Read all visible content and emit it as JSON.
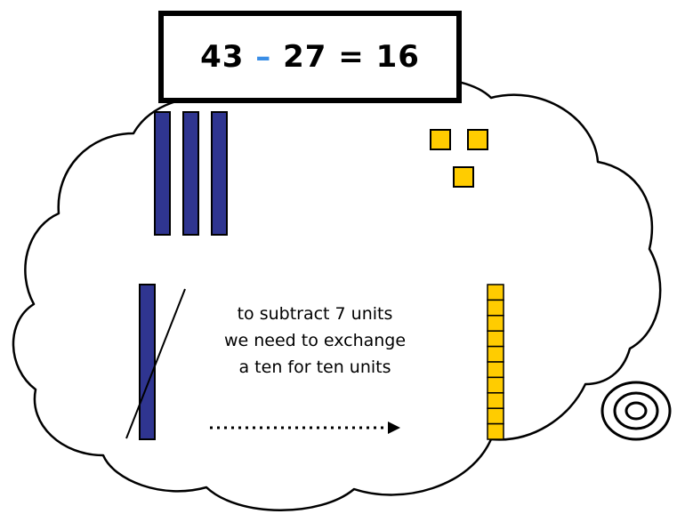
{
  "equation": {
    "minuend": "43",
    "operator": "–",
    "subtrahend": "27",
    "equals": "=",
    "result": "16"
  },
  "caption": {
    "lines": [
      "to subtract 7 units",
      "we need to exchange",
      "a ten for ten units"
    ]
  },
  "blocks": {
    "tens_rods_kept": 3,
    "unit_cubes": 3,
    "exchanged_units": 10
  },
  "colors": {
    "tens_rod": "#2f3590",
    "unit_cube": "#ffcc00",
    "operator": "#3a8ee6",
    "outline": "#000000"
  }
}
